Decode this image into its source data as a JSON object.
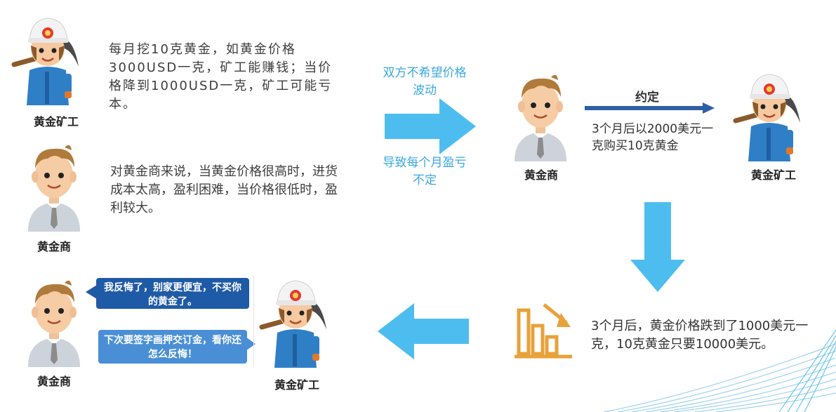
{
  "left_top": {
    "miner_caption": "黄金矿工",
    "miner_text": "每月挖10克黄金，如黄金价格3000USD一克，矿工能赚钱；当价格降到1000USD一克，矿工可能亏本。",
    "dealer_caption": "黄金商",
    "dealer_text": "对黄金商来说，当黄金价格很高时，进货成本太高，盈利困难，当价格很低时，盈利较大。"
  },
  "middle_arrow": {
    "top_note": "双方不希望价格波动",
    "bottom_note": "导致每个月盈亏不定"
  },
  "agreement": {
    "dealer_caption": "黄金商",
    "miner_caption": "黄金矿工",
    "arrow_label": "约定",
    "terms": "3个月后以2000美元一克购买10克黄金"
  },
  "outcome": {
    "icon": "falling-bar-chart-icon",
    "text": "3个月后，黄金价格跌到了1000美元一克，10克黄金只要10000美元。"
  },
  "bottom_left": {
    "dealer_caption": "黄金商",
    "miner_caption": "黄金矿工",
    "bubble_regret": "我反悔了，别家更便宜，不买你的黄金了。",
    "bubble_contract": "下次要签字画押交订金，看你还怎么反悔！"
  },
  "colors": {
    "arrow_blue": "#4dbdf0",
    "dark_arrow": "#2f5fa3",
    "chart_orange": "#e8a23a",
    "bubble_dark": "#1f5aa6",
    "bubble_light": "#4a8fd6",
    "note_blue": "#3aa8e0"
  }
}
